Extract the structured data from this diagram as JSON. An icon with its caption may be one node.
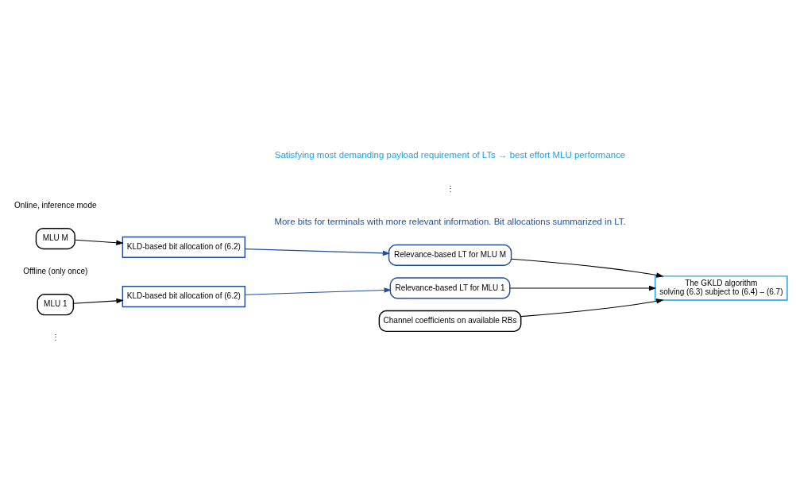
{
  "diagram": {
    "nodes": [
      {
        "text": [
          "MLU 1"
        ]
      },
      {
        "text": [
          "KLD-based bit allocation of (6.2)"
        ]
      },
      {
        "text": [
          "Relevance-based LT for MLU 1"
        ]
      },
      {
        "text": [
          "MLU M"
        ]
      },
      {
        "text": [
          "KLD-based bit allocation of (6.2)"
        ]
      },
      {
        "text": [
          "Relevance-based LT for MLU M"
        ]
      },
      {
        "text": [
          "Channel coefficients on available RBs"
        ]
      },
      {
        "text": [
          "The GKLD algorithm",
          "solving (6.3) subject to (6.4) – (6.7)"
        ]
      }
    ],
    "edges": [
      {
        "from": 0,
        "to": 1,
        "arrow": "to"
      },
      {
        "from": 1,
        "to": 2,
        "arrow": "to",
        "color": "#1f4e99"
      },
      {
        "from": 3,
        "to": 4,
        "arrow": "to"
      },
      {
        "from": 4,
        "to": 5,
        "arrow": "to",
        "color": "#1f4e99"
      },
      {
        "from": 2,
        "to": 7,
        "arrow": "to"
      },
      {
        "from": 5,
        "to": 7,
        "arrow": "to"
      },
      {
        "from": 6,
        "to": 7,
        "arrow": "to"
      }
    ],
    "labels": [
      "More bits for terminals with more relevant information. Bit allocations summarized in LT.",
      "Offline (only once)",
      "⋮",
      "⋮",
      "Online, inference mode",
      "Satisfying most demanding payload requirement of LTs → best effort MLU performance"
    ]
  }
}
